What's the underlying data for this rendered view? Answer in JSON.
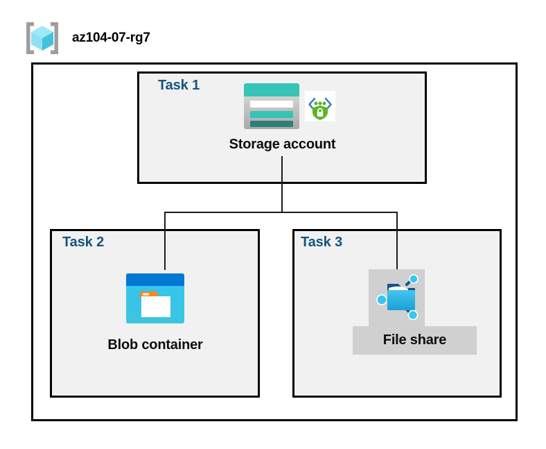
{
  "header": {
    "resource_group_icon": "resource-group-cube-icon",
    "title": "az104-07-rg7"
  },
  "diagram": {
    "tasks": [
      {
        "id": "task-1",
        "label": "Task 1",
        "node_label": "Storage account",
        "icons": [
          "storage-account-icon",
          "private-endpoint-icon"
        ],
        "highlighted": false
      },
      {
        "id": "task-2",
        "label": "Task 2",
        "node_label": "Blob container",
        "icons": [
          "blob-container-icon"
        ],
        "highlighted": false
      },
      {
        "id": "task-3",
        "label": "Task 3",
        "node_label": "File share",
        "icons": [
          "file-share-icon"
        ],
        "highlighted": true
      }
    ],
    "connections": [
      {
        "from": "Storage account",
        "to": "Blob container"
      },
      {
        "from": "Storage account",
        "to": "File share"
      }
    ]
  },
  "colors": {
    "task_label": "#15537f",
    "box_fill": "#f1f1f1",
    "box_border": "#000000",
    "connector": "#1a1a1a",
    "highlight_backdrop": "#d0d0d0",
    "node_label": "#0d0d0d",
    "storage_teal": "#35c4b5",
    "storage_dark_teal": "#2a8077",
    "blob_blue": "#0078d4",
    "blob_cyan": "#32c5f0",
    "blob_orange": "#f28b20",
    "fileshare_cyan": "#32c5f0",
    "endpoint_green": "#5bb522",
    "resource_group_cyan": "#7fdff5"
  }
}
